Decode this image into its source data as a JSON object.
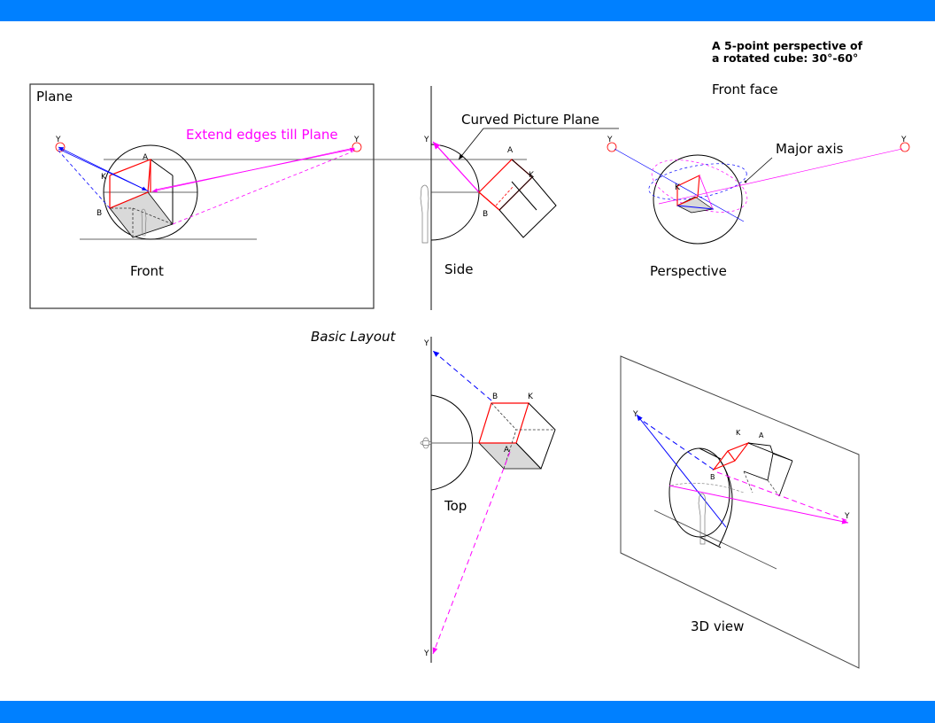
{
  "colors": {
    "header_band": "#0080ff",
    "footer_band": "#0080ff",
    "blue_lines": "#0000ff",
    "magenta_lines": "#ff00ff",
    "red_edges": "#ff0000",
    "shaded_face": "#d9d9d9"
  },
  "title": {
    "line1": "A 5-point perspective of",
    "line2": "a rotated cube: 30°-60°"
  },
  "labels": {
    "front_face": "Front face",
    "plane": "Plane",
    "extend_edges": "Extend edges till Plane",
    "front": "Front",
    "side": "Side",
    "curved_picture_plane": "Curved Picture Plane",
    "perspective": "Perspective",
    "major_axis": "Major axis",
    "basic_layout": "Basic Layout",
    "top": "Top",
    "view_3d": "3D view"
  },
  "points": {
    "y": "Y",
    "a": "A",
    "b": "B",
    "k": "K"
  }
}
